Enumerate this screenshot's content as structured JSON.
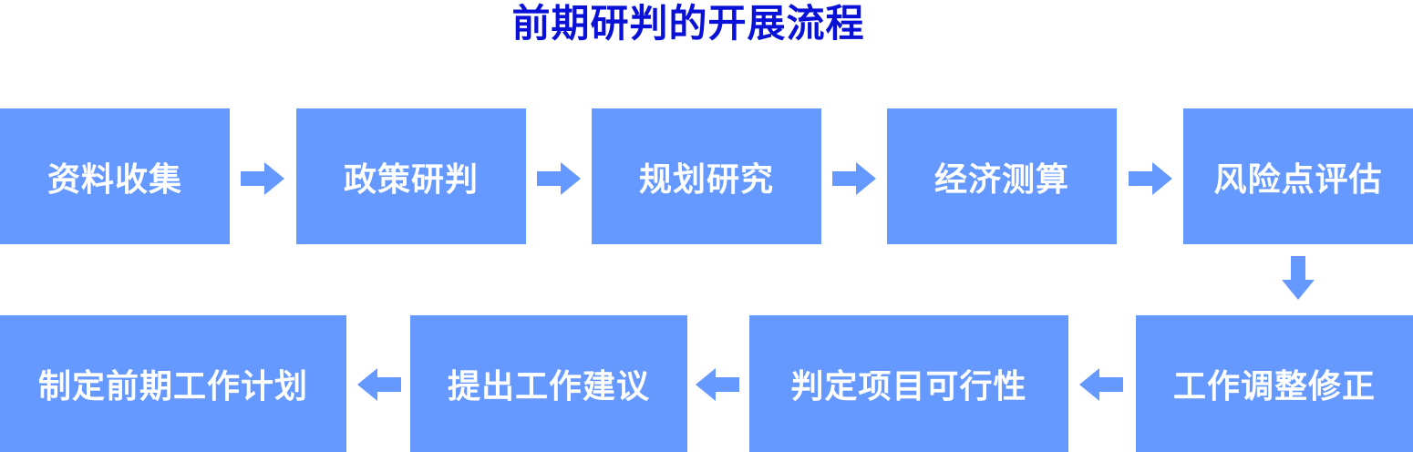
{
  "title": "前期研判的开展流程",
  "colors": {
    "title": "#0a11d6",
    "box_fill": "#6699ff",
    "box_text": "#ffffff",
    "arrow": "#6699ff"
  },
  "steps": [
    {
      "label": "资料收集"
    },
    {
      "label": "政策研判"
    },
    {
      "label": "规划研究"
    },
    {
      "label": "经济测算"
    },
    {
      "label": "风险点评估"
    },
    {
      "label": "工作调整修正"
    },
    {
      "label": "判定项目可行性"
    },
    {
      "label": "提出工作建议"
    },
    {
      "label": "制定前期工作计划"
    }
  ]
}
